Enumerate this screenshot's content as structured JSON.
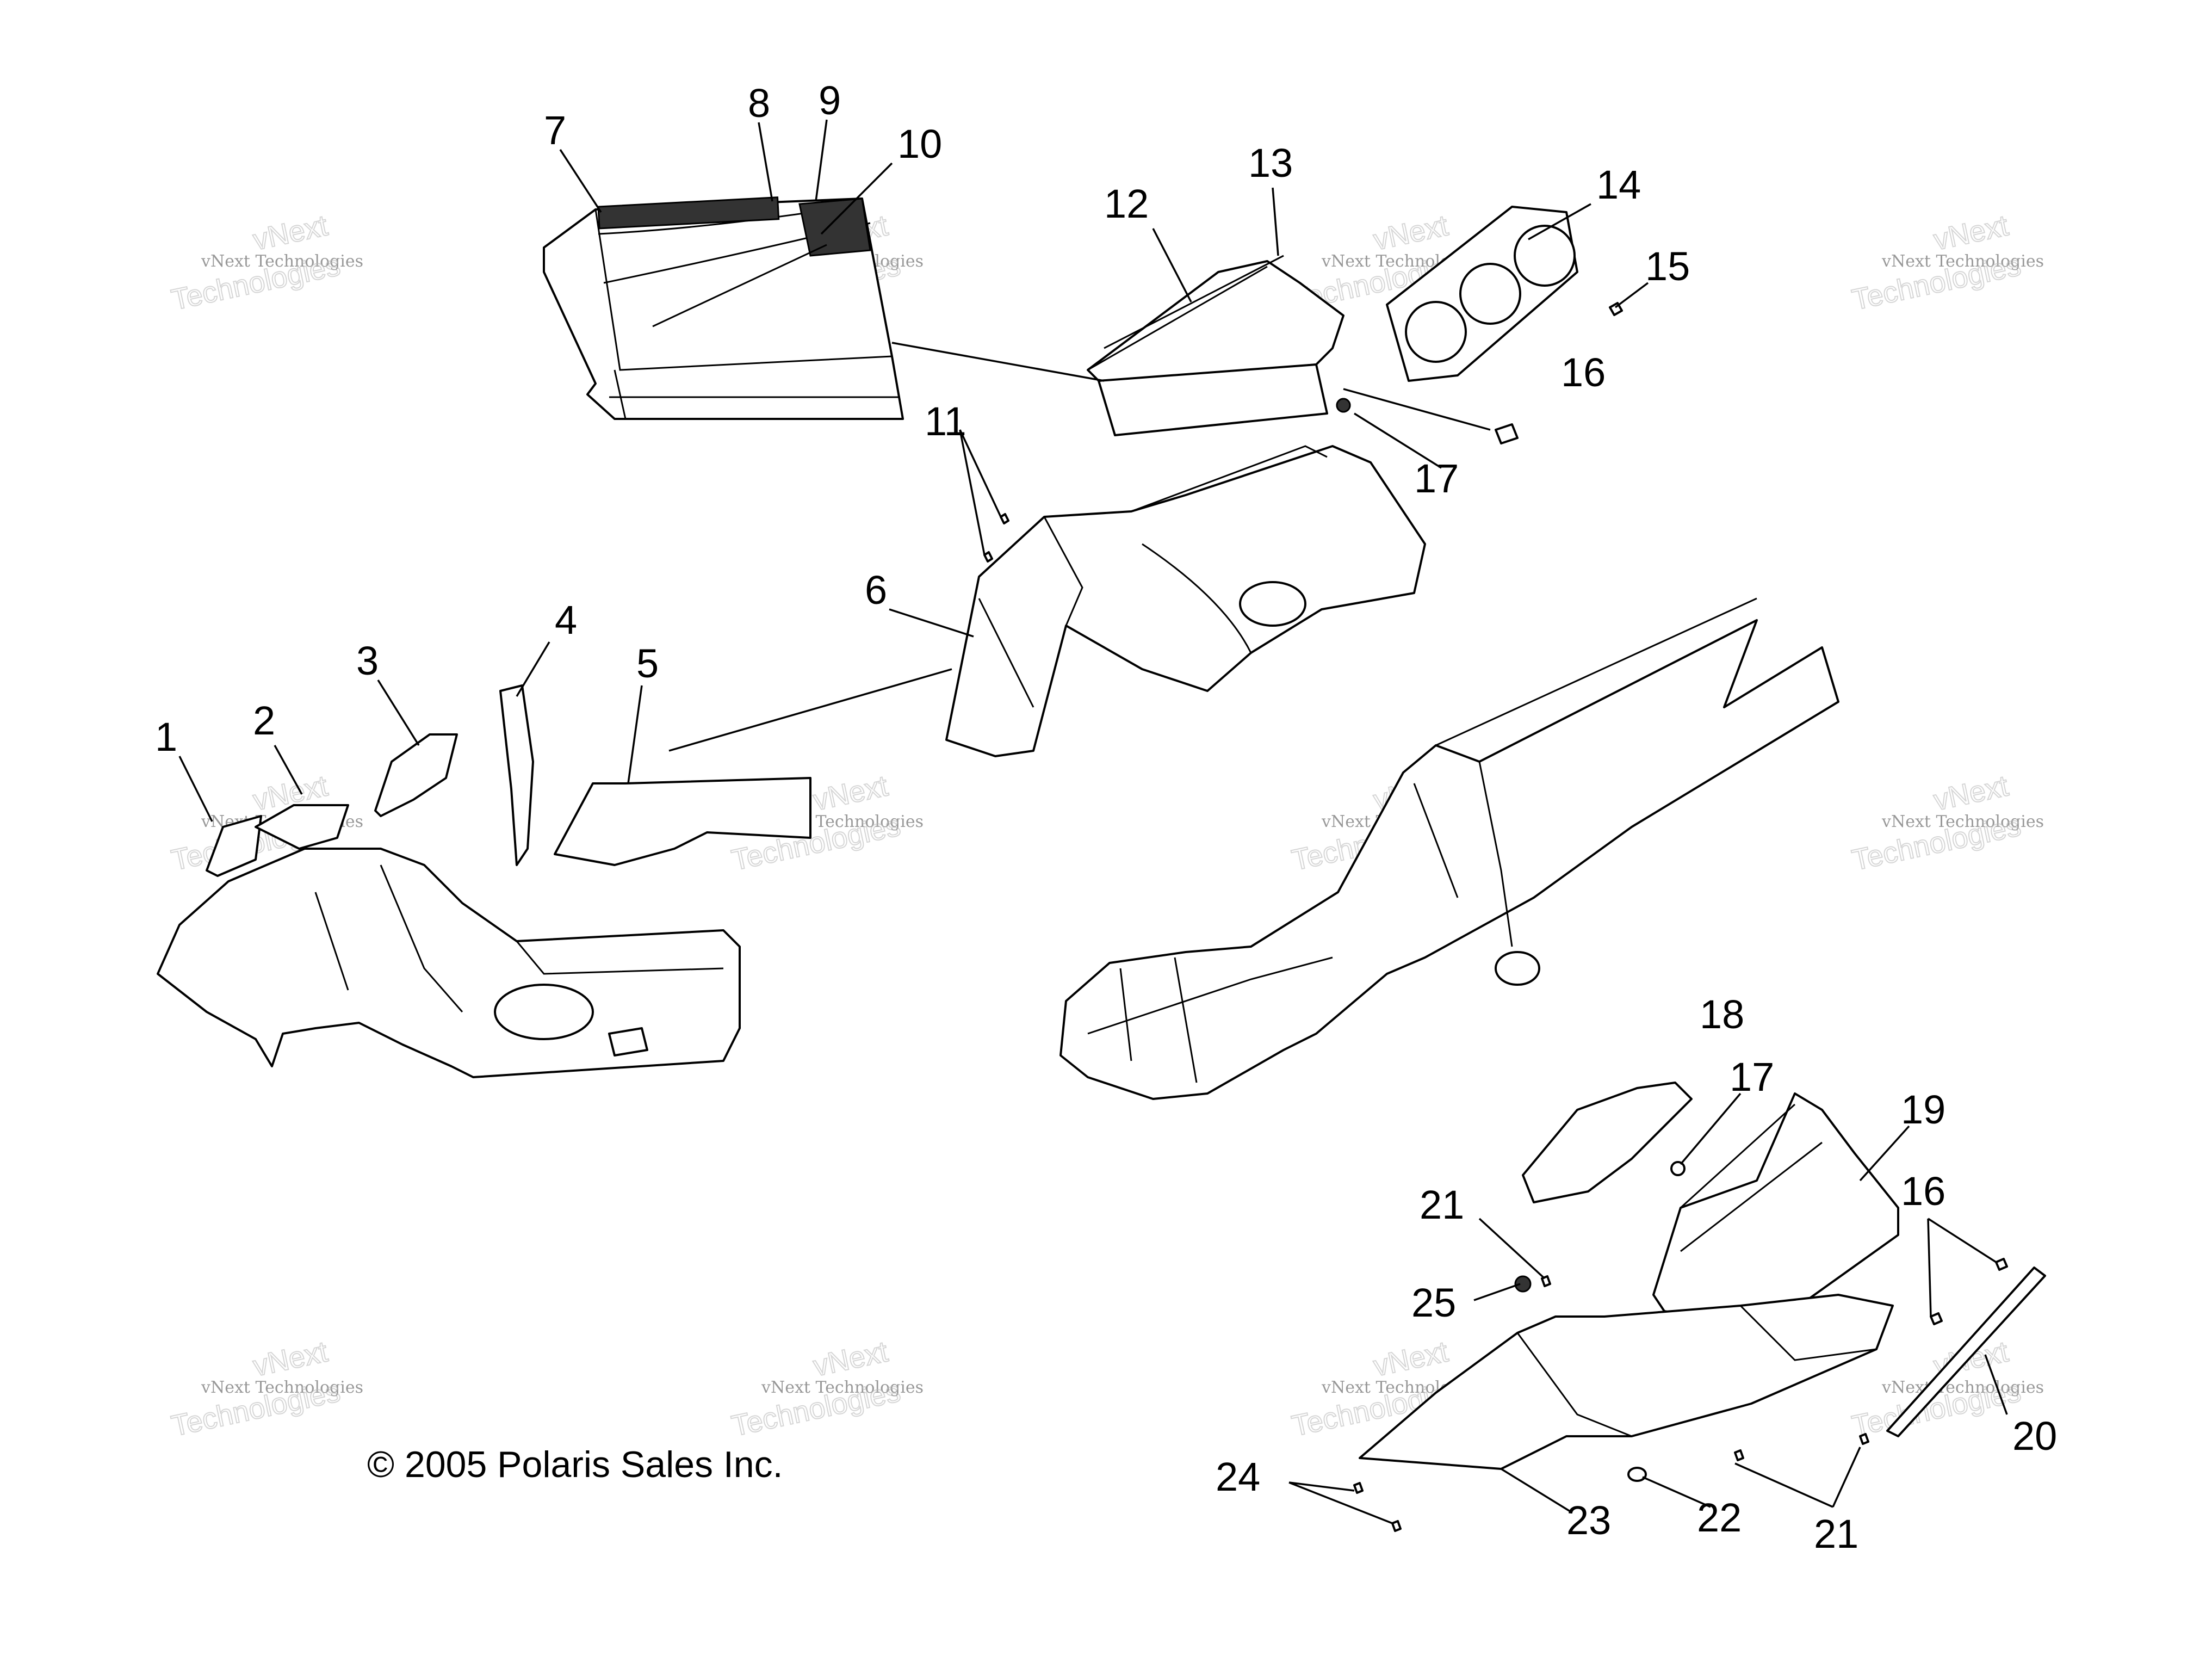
{
  "copyright": "© 2005 Polaris Sales Inc.",
  "watermark": {
    "line1": "vNext Technologies",
    "line2": "vNext",
    "line3": "Technologies"
  },
  "callouts": [
    {
      "id": "1",
      "text": "1"
    },
    {
      "id": "2",
      "text": "2"
    },
    {
      "id": "3",
      "text": "3"
    },
    {
      "id": "4",
      "text": "4"
    },
    {
      "id": "5",
      "text": "5"
    },
    {
      "id": "6",
      "text": "6"
    },
    {
      "id": "7",
      "text": "7"
    },
    {
      "id": "8",
      "text": "8"
    },
    {
      "id": "9",
      "text": "9"
    },
    {
      "id": "10",
      "text": "10"
    },
    {
      "id": "11",
      "text": "11"
    },
    {
      "id": "12",
      "text": "12"
    },
    {
      "id": "13",
      "text": "13"
    },
    {
      "id": "14",
      "text": "14"
    },
    {
      "id": "15",
      "text": "15"
    },
    {
      "id": "16a",
      "text": "16"
    },
    {
      "id": "17a",
      "text": "17"
    },
    {
      "id": "18",
      "text": "18"
    },
    {
      "id": "17b",
      "text": "17"
    },
    {
      "id": "19",
      "text": "19"
    },
    {
      "id": "16b",
      "text": "16"
    },
    {
      "id": "21a",
      "text": "21"
    },
    {
      "id": "25",
      "text": "25"
    },
    {
      "id": "20",
      "text": "20"
    },
    {
      "id": "24",
      "text": "24"
    },
    {
      "id": "23",
      "text": "23"
    },
    {
      "id": "22",
      "text": "22"
    },
    {
      "id": "21b",
      "text": "21"
    }
  ]
}
